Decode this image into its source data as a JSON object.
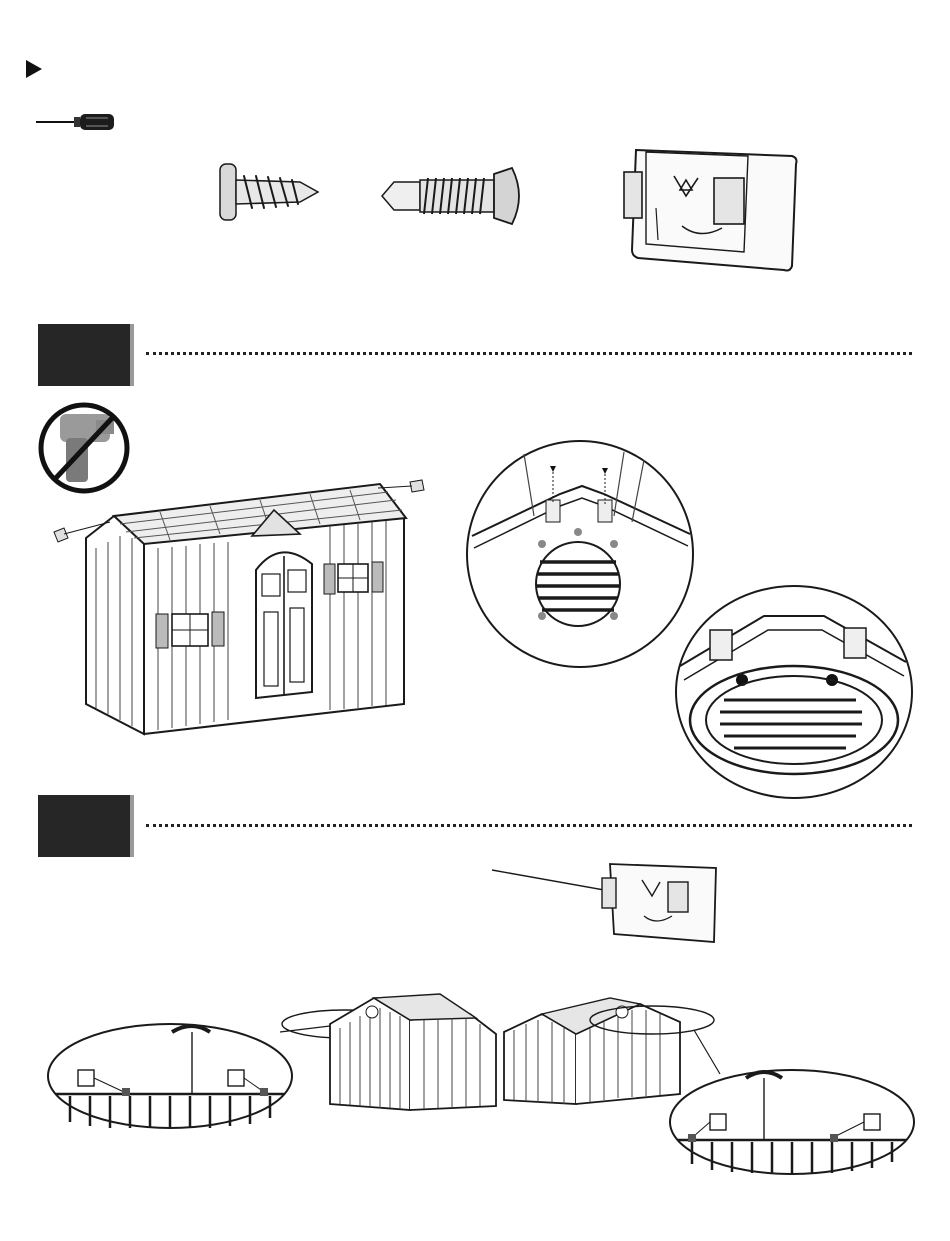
{
  "page": {
    "bullet_icon": "play-triangle-icon",
    "tools": {
      "icon": "screwdriver-icon"
    },
    "hardware": [
      {
        "name": "self-tapping-screw",
        "icon": "wood-screw-icon"
      },
      {
        "name": "self-drilling-screw",
        "icon": "drill-screw-icon"
      },
      {
        "name": "gutter-bracket",
        "icon": "bracket-icon"
      }
    ],
    "steps": [
      {
        "box_label": "",
        "warning_icon": "no-power-drill-icon"
      },
      {
        "box_label": ""
      }
    ],
    "colors": {
      "ink": "#1a1a1a",
      "step_box": "#262626",
      "step_shadow": "#9a9a9a"
    }
  }
}
